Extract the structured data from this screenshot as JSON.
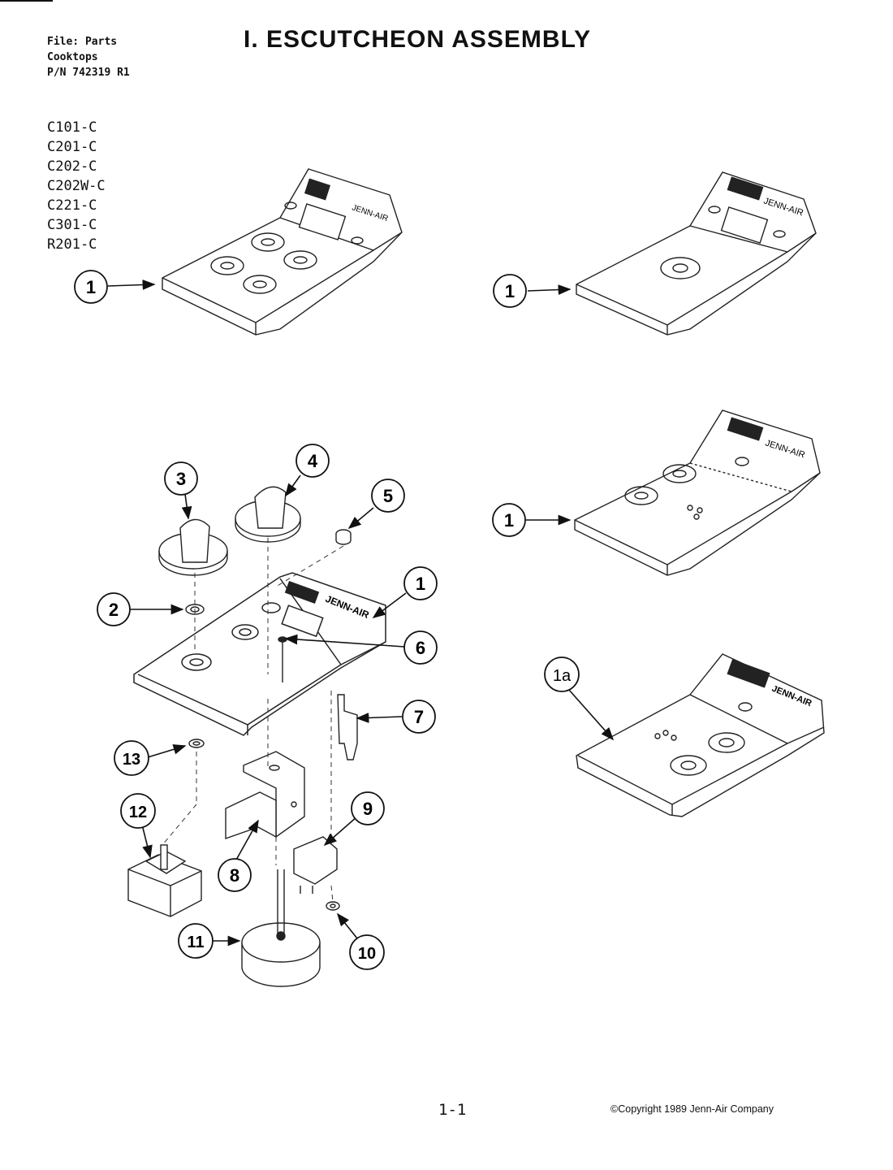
{
  "header": {
    "file_lines": [
      "File: Parts",
      "Cooktops",
      "P/N 742319 R1"
    ],
    "title": "I. ESCUTCHEON ASSEMBLY"
  },
  "models": [
    "C101-C",
    "C201-C",
    "C202-C",
    "C202W-C",
    "C221-C",
    "C301-C",
    "R201-C"
  ],
  "brand": "JENN-AIR",
  "callouts": {
    "c1": "1",
    "c1a": "1a",
    "c2": "2",
    "c3": "3",
    "c4": "4",
    "c5": "5",
    "c6": "6",
    "c7": "7",
    "c8": "8",
    "c9": "9",
    "c10": "10",
    "c11": "11",
    "c12": "12",
    "c13": "13"
  },
  "footer": {
    "page_number": "1-1",
    "copyright": "©Copyright 1989 Jenn-Air Company"
  }
}
